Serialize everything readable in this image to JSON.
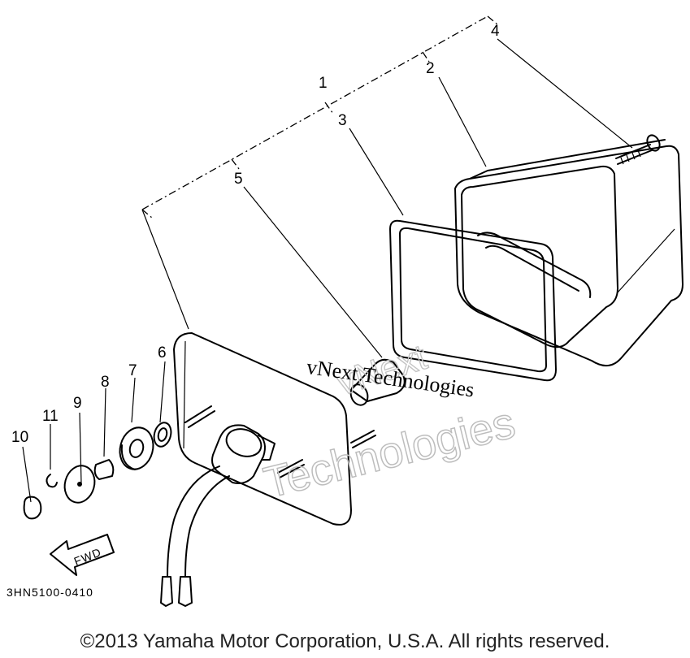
{
  "diagram": {
    "part_labels": [
      {
        "id": "label-1",
        "text": "1"
      },
      {
        "id": "label-2",
        "text": "2"
      },
      {
        "id": "label-3",
        "text": "3"
      },
      {
        "id": "label-4",
        "text": "4"
      },
      {
        "id": "label-5",
        "text": "5"
      },
      {
        "id": "label-6",
        "text": "6"
      },
      {
        "id": "label-7",
        "text": "7"
      },
      {
        "id": "label-8",
        "text": "8"
      },
      {
        "id": "label-9",
        "text": "9"
      },
      {
        "id": "label-10",
        "text": "10"
      },
      {
        "id": "label-11",
        "text": "11"
      }
    ],
    "direction_arrow": "FWD",
    "drawing_code": "3HN5100-0410"
  },
  "watermark": {
    "line1": "vNext Technologies",
    "line2": "Technologies",
    "line3": "vNext"
  },
  "footer": {
    "copyright": "©2013 Yamaha Motor Corporation, U.S.A. All rights reserved."
  }
}
